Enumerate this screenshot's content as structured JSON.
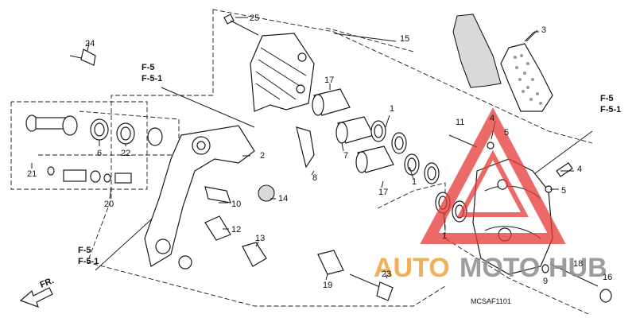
{
  "diagram": {
    "code": "MCSAF1101",
    "front_arrow": "FR.",
    "ref_top": [
      "F-5",
      "F-5-1"
    ],
    "ref_right": [
      "F-5",
      "F-5-1"
    ],
    "ref_left": [
      "F-5",
      "F-5-1"
    ],
    "callouts": {
      "c1a": "1",
      "c1b": "1",
      "c1c": "1",
      "c2": "2",
      "c3": "3",
      "c4": "4",
      "c5a": "5",
      "c5b": "5",
      "c6": "6",
      "c7": "7",
      "c8": "8",
      "c9": "9",
      "c10": "10",
      "c11": "11",
      "c12": "12",
      "c13": "13",
      "c14": "14",
      "c15": "15",
      "c16": "16",
      "c17a": "17",
      "c17b": "17",
      "c18": "18",
      "c19": "19",
      "c20": "20",
      "c21": "21",
      "c22": "22",
      "c23": "23",
      "c24": "24",
      "c25": "25"
    }
  },
  "watermark": {
    "auto": "AUTO",
    "moto": "MOTO",
    "hub": "HUB",
    "color_orange": "#f0a23a",
    "color_grey": "#8c8c8c",
    "color_red": "#e53935"
  }
}
